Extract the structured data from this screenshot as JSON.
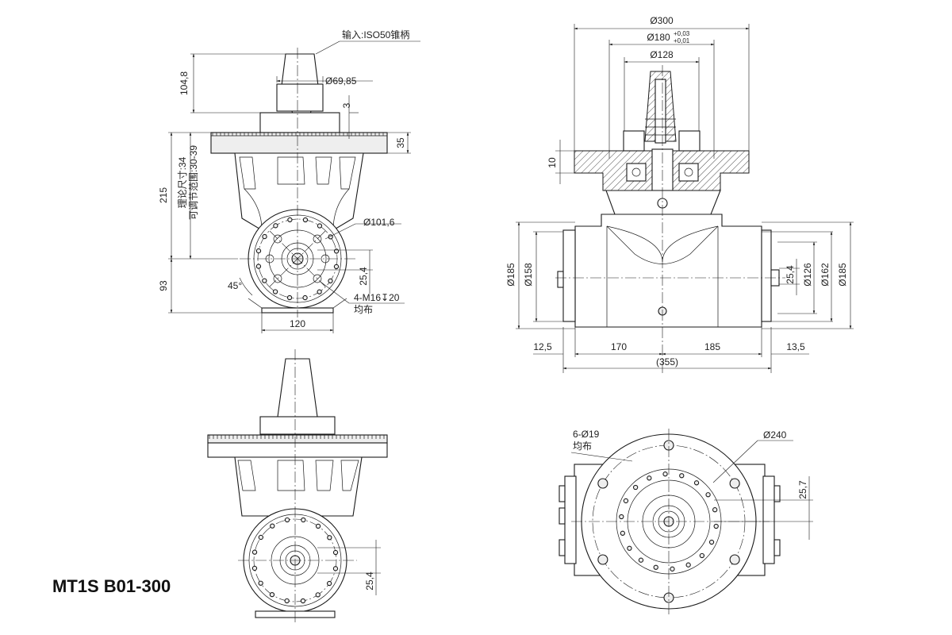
{
  "title": "MT1S B01-300",
  "views": {
    "side_top": {
      "label_input": "输入:ISO50锥柄",
      "dim_height_top": "104,8",
      "dim_dia_top": "Ø69,85",
      "dim_3": "3",
      "dim_35": "35",
      "dim_215": "215",
      "label_theory": "理论尺寸:34",
      "label_range": "可调节范围:30-39",
      "dim_dia_pcd": "Ø101,6",
      "dim_25_4": "25,4",
      "dim_93": "93",
      "dim_45": "45°",
      "label_thread": "4-M16↧20",
      "label_even": "均布",
      "dim_120": "120"
    },
    "front_section": {
      "dim_300": "Ø300",
      "dim_180": "Ø180",
      "tol_upper": "+0,03",
      "tol_lower": "+0,01",
      "dim_128": "Ø128",
      "dim_10": "10",
      "dim_185_left": "Ø185",
      "dim_158": "Ø158",
      "dim_25_4": "25,4",
      "dim_126": "Ø126",
      "dim_162": "Ø162",
      "dim_185_right": "Ø185",
      "dim_12_5": "12,5",
      "dim_170": "170",
      "dim_185_len": "185",
      "dim_13_5": "13,5",
      "dim_355": "(355)"
    },
    "side_bottom": {
      "dim_25_4": "25,4"
    },
    "bottom_view": {
      "label_holes": "6-Ø19",
      "label_even": "均布",
      "dim_240": "Ø240",
      "dim_25_7": "25,7"
    }
  }
}
